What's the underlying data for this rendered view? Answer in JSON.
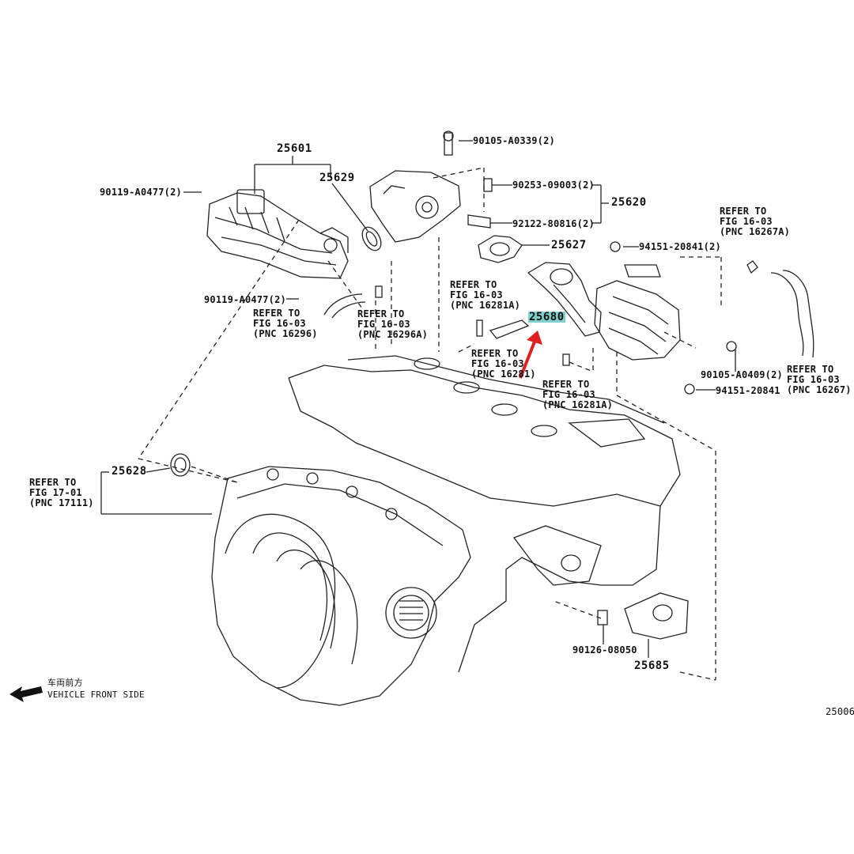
{
  "parts": {
    "p25601": "25601",
    "p25629": "25629",
    "p25620": "25620",
    "p25627": "25627",
    "p25680": "25680",
    "p25628": "25628",
    "p25685": "25685",
    "b_90105_a0339": "90105-A0339(2)",
    "b_90253_09003": "90253-09003(2)",
    "b_92122_80816": "92122-80816(2)",
    "b_90119_a0477_top": "90119-A0477(2)",
    "b_90119_a0477_bot": "90119-A0477(2)",
    "b_94151_20841_top": "94151-20841(2)",
    "b_94151_20841_bot": "94151-20841",
    "b_90105_a0409": "90105-A0409(2)",
    "b_90126_08050": "90126-08050"
  },
  "refs": {
    "r16267a": [
      "REFER TO",
      "FIG 16-03",
      "(PNC 16267A)"
    ],
    "r16281a_top": [
      "REFER TO",
      "FIG 16-03",
      "(PNC 16281A)"
    ],
    "r16296": [
      "REFER TO",
      "FIG 16-03",
      "(PNC 16296)"
    ],
    "r16296a": [
      "REFER TO",
      "FIG 16-03",
      "(PNC 16296A)"
    ],
    "r16281": [
      "REFER TO",
      "FIG 16-03",
      "(PNC 16281)"
    ],
    "r16281a_bot": [
      "REFER TO",
      "FIG 16-03",
      "(PNC 16281A)"
    ],
    "r16267": [
      "REFER TO",
      "FIG 16-03",
      "(PNC 16267)"
    ],
    "r17111": [
      "REFER TO",
      "FIG 17-01",
      "(PNC 17111)"
    ]
  },
  "footer": {
    "front_cn": "车両前方",
    "front_en": "VEHICLE FRONT SIDE",
    "fig_code": "25006"
  },
  "highlight": {
    "part": "25680",
    "arrow_color": "#e02020",
    "highlight_color": "#7fd0cc"
  }
}
